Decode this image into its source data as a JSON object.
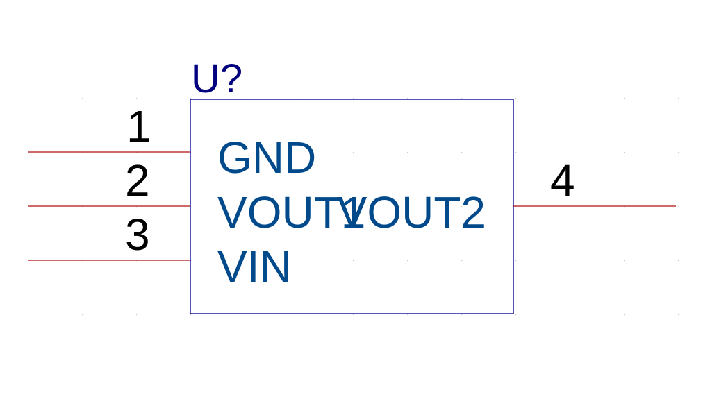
{
  "component": {
    "reference": "U?",
    "body_color": "#1a1aa6",
    "pin_line_color": "#b01010",
    "pin_name_color": "#004a8b",
    "reference_color": "#000080"
  },
  "pins": [
    {
      "number": "1",
      "name": "GND",
      "side": "left"
    },
    {
      "number": "2",
      "name": "VOUT1",
      "side": "left"
    },
    {
      "number": "3",
      "name": "VIN",
      "side": "left"
    },
    {
      "number": "4",
      "name": "VOUT2",
      "side": "right"
    }
  ],
  "grid": {
    "visible": true,
    "style": "dots"
  }
}
